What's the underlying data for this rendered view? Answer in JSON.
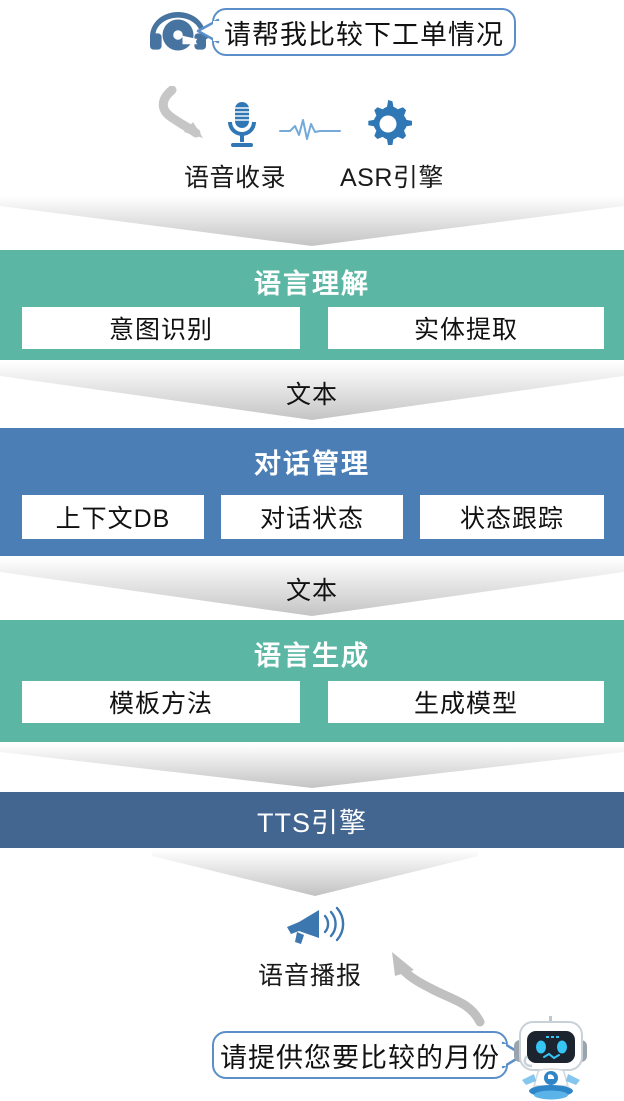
{
  "diagram": {
    "title_semantic": "voice-assistant-pipeline",
    "colors": {
      "teal": "#5BB7A4",
      "blue": "#4A7EB5",
      "dark_blue": "#42668F",
      "bubble_border": "#5B8FC9",
      "icon_blue": "#3C77B0",
      "arrow_gray": "#C6C6C6",
      "chevron_gray": "#C9C9C9",
      "chip_text": "#111111",
      "band_title_text": "#FFFFFF"
    }
  },
  "top": {
    "user_bubble": "请帮我比较下工单情况",
    "headset_icon": "headset-agent-icon",
    "curved_arrow_icon": "curved-arrow-down-icon"
  },
  "input_row": {
    "items": [
      {
        "icon": "microphone-icon",
        "label": "语音收录"
      },
      {
        "icon": "waveform-icon",
        "label": ""
      },
      {
        "icon": "gear-icon",
        "label": "ASR引擎"
      }
    ],
    "mic_label": "语音收录",
    "asr_label": "ASR引擎"
  },
  "connectors": {
    "c1_label": "",
    "c2_label": "文本",
    "c3_label": "文本",
    "c4_label": "",
    "c5_label": ""
  },
  "bands": [
    {
      "id": "nlu",
      "title": "语言理解",
      "color": "#5BB7A4",
      "chips": [
        "意图识别",
        "实体提取"
      ]
    },
    {
      "id": "dm",
      "title": "对话管理",
      "color": "#4A7EB5",
      "chips": [
        "上下文DB",
        "对话状态",
        "状态跟踪"
      ]
    },
    {
      "id": "nlg",
      "title": "语言生成",
      "color": "#5BB7A4",
      "chips": [
        "模板方法",
        "生成模型"
      ]
    },
    {
      "id": "tts",
      "title": "TTS引擎",
      "color": "#42668F",
      "chips": []
    }
  ],
  "bottom": {
    "speaker_icon": "speaker-announce-icon",
    "speaker_label": "语音播报",
    "robot_icon": "robot-assistant-icon",
    "reply_bubble": "请提供您要比较的月份",
    "curved_arrow_icon": "curved-arrow-up-left-icon"
  }
}
